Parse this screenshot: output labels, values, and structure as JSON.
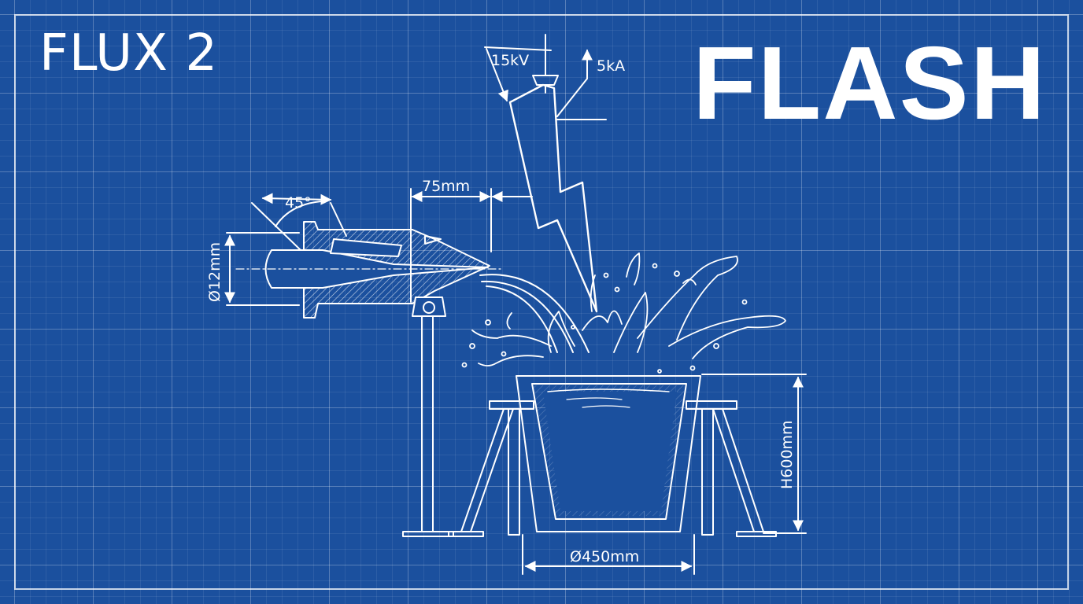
{
  "header": {
    "title_left": "FLUX 2",
    "title_right": "FLASH"
  },
  "dimensions": {
    "voltage": "15kV",
    "current": "5kA",
    "angle": "45°",
    "offset": "75mm",
    "nozzle_diameter": "Ø12mm",
    "vessel_height": "H600mm",
    "vessel_diameter": "Ø450mm"
  },
  "colors": {
    "background": "#1b509e",
    "lines": "#ffffff"
  }
}
